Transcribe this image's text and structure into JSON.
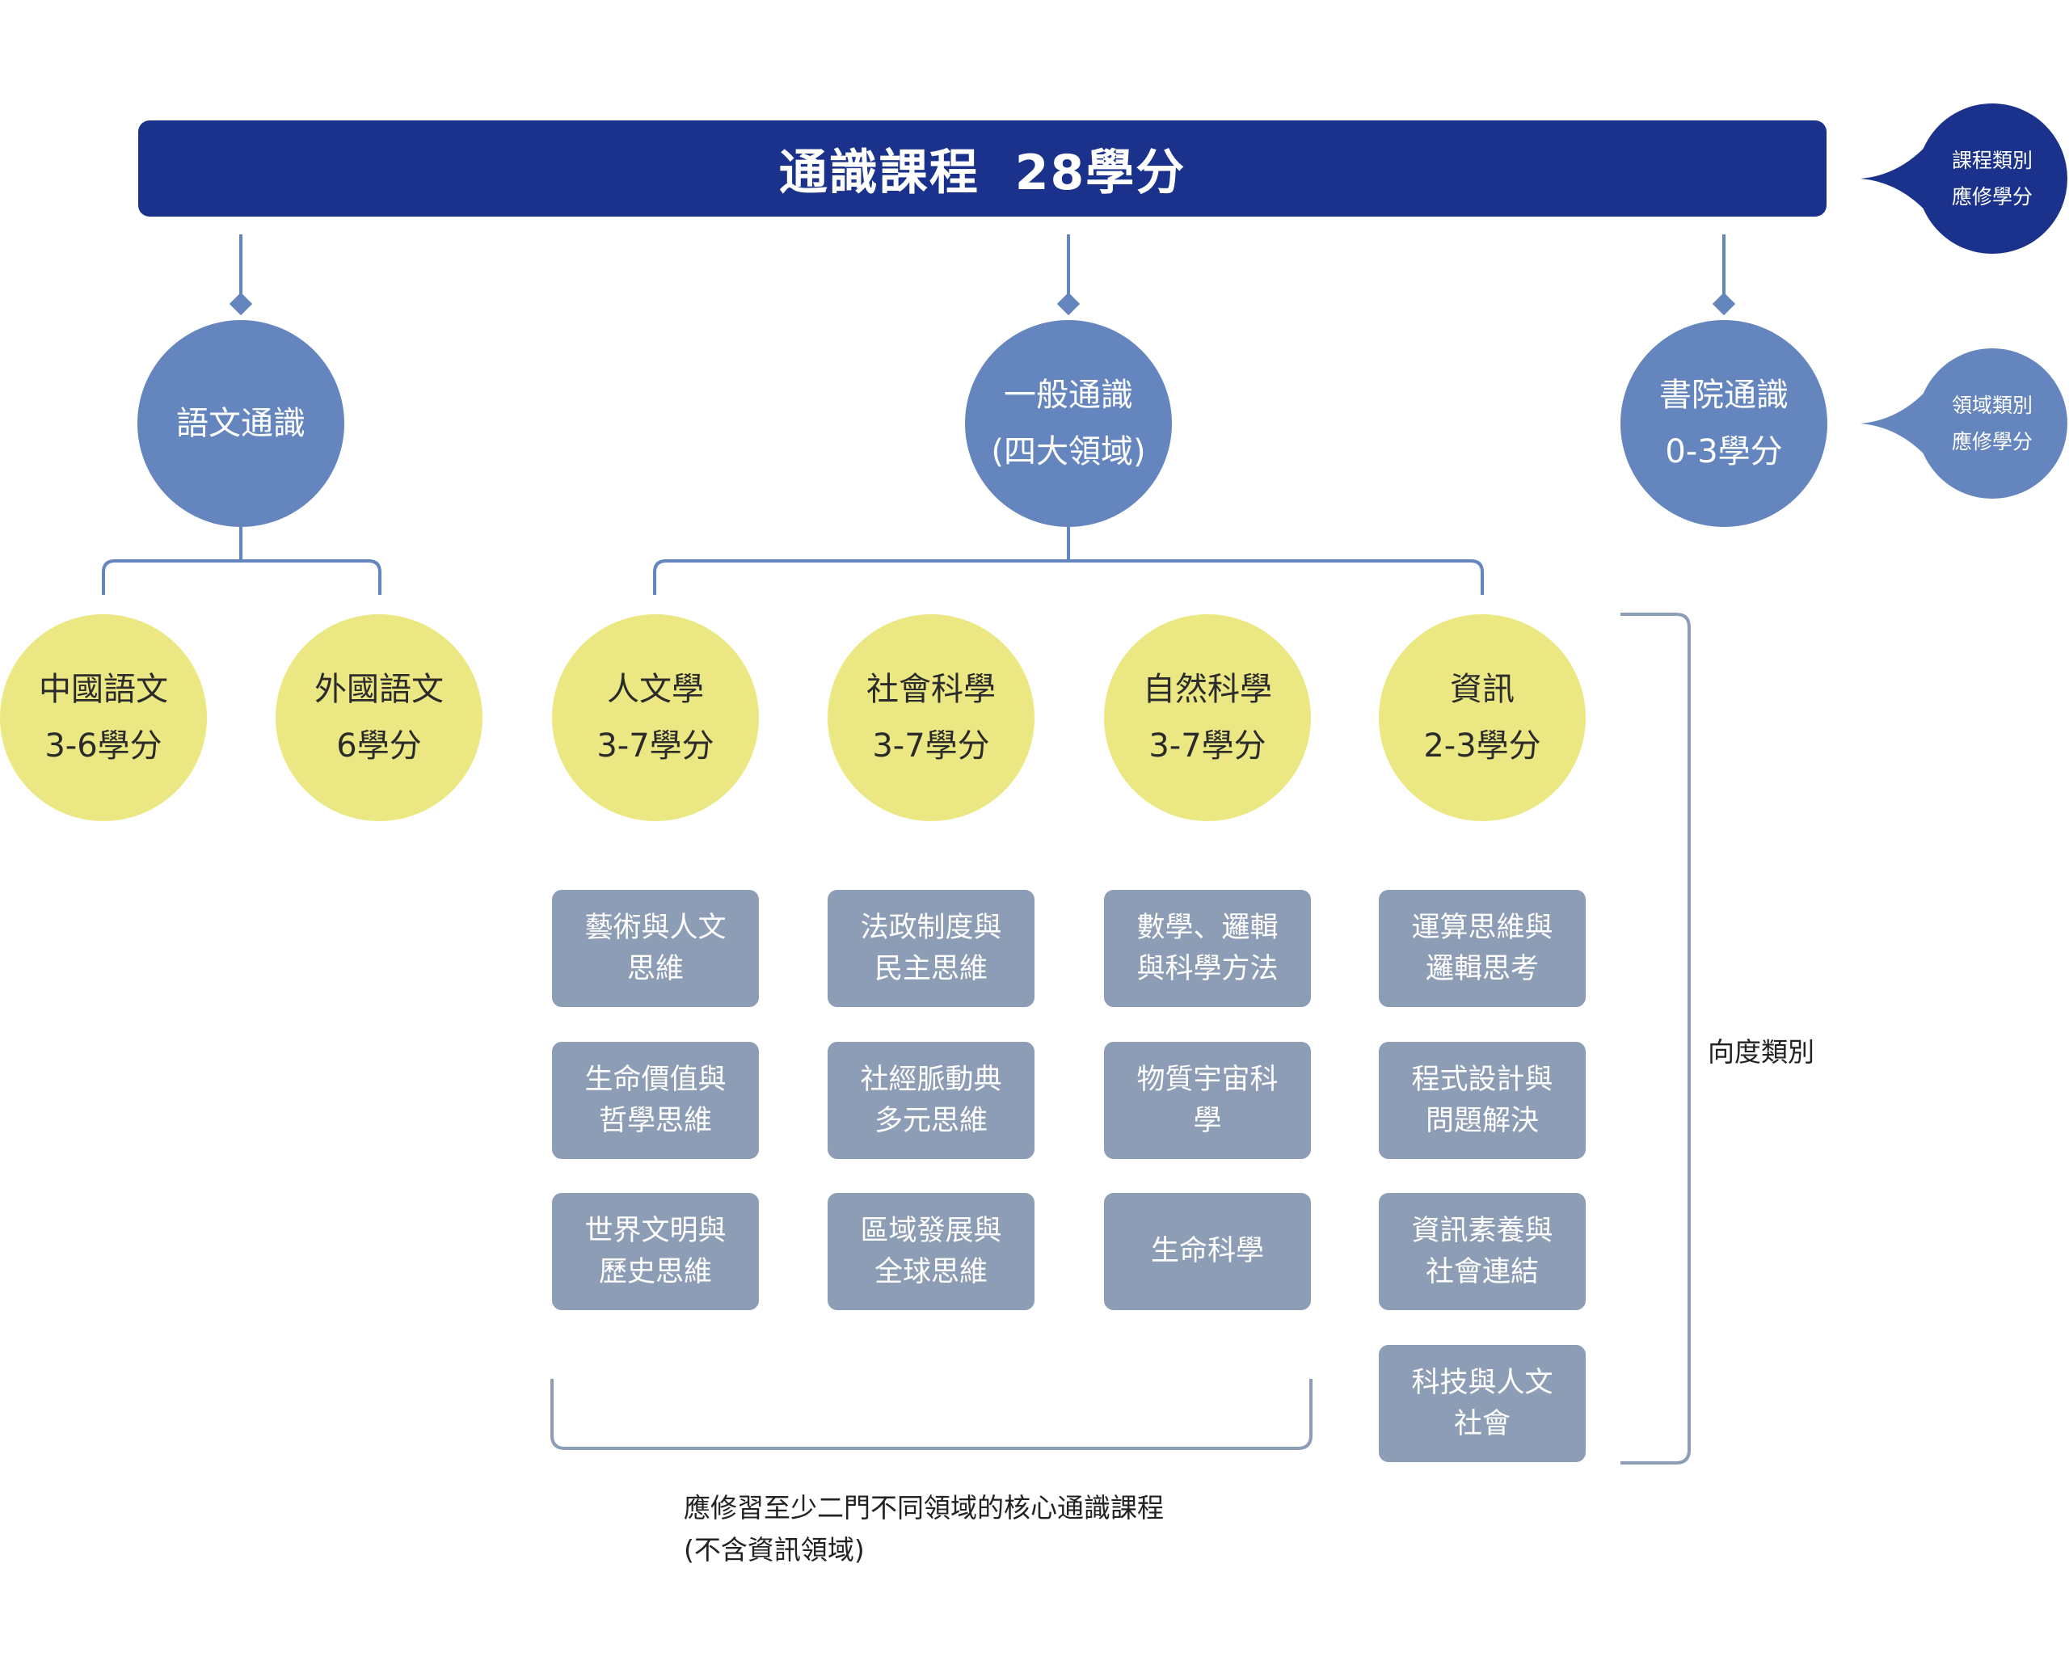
{
  "banner": {
    "title": "通識課程",
    "credits": "28學分"
  },
  "legend": {
    "course": [
      "課程類別",
      "應修學分"
    ],
    "domain": [
      "領域類別",
      "應修學分"
    ],
    "dimension": "向度類別"
  },
  "categories": {
    "language": "語文通識",
    "general": [
      "一般通識",
      "(四大領域)"
    ],
    "college": [
      "書院通識",
      "0-3學分"
    ]
  },
  "domains": {
    "chinese": [
      "中國語文",
      "3-6學分"
    ],
    "foreign": [
      "外國語文",
      "6學分"
    ],
    "humanities": [
      "人文學",
      "3-7學分"
    ],
    "social": [
      "社會科學",
      "3-7學分"
    ],
    "natural": [
      "自然科學",
      "3-7學分"
    ],
    "info": [
      "資訊",
      "2-3學分"
    ]
  },
  "dimensions": {
    "humanities": [
      [
        "藝術與人文",
        "思維"
      ],
      [
        "生命價值與",
        "哲學思維"
      ],
      [
        "世界文明與",
        "歷史思維"
      ]
    ],
    "social": [
      [
        "法政制度與",
        "民主思維"
      ],
      [
        "社經脈動典",
        "多元思維"
      ],
      [
        "區域發展與",
        "全球思維"
      ]
    ],
    "natural": [
      [
        "數學、邏輯",
        "與科學方法"
      ],
      [
        "物質宇宙科",
        "學"
      ],
      [
        "生命科學"
      ]
    ],
    "info": [
      [
        "運算思維與",
        "邏輯思考"
      ],
      [
        "程式設計與",
        "問題解決"
      ],
      [
        "資訊素養與",
        "社會連結"
      ],
      [
        "科技與人文",
        "社會"
      ]
    ]
  },
  "footnote": [
    "應修習至少二門不同領域的核心通識課程",
    "(不含資訊領域)"
  ],
  "colors": {
    "banner": "#1a328c",
    "category": "#6485be",
    "domain": "#ebe884",
    "dimension": "#8c9db5",
    "connector": "#6485be"
  }
}
